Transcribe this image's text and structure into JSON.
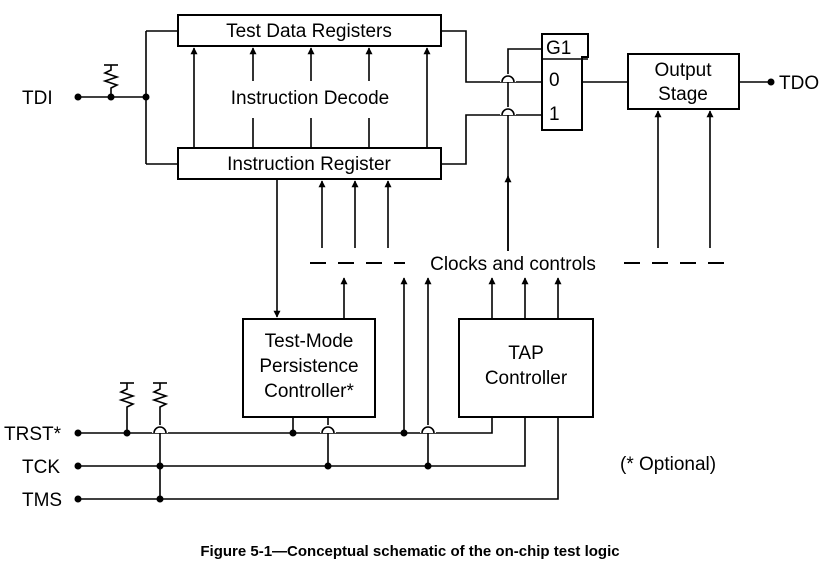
{
  "blocks": {
    "test_data_registers": "Test Data Registers",
    "instruction_decode": "Instruction Decode",
    "instruction_register": "Instruction Register",
    "mux_select": "G1",
    "mux_in0": "0",
    "mux_in1": "1",
    "output_stage_line1": "Output",
    "output_stage_line2": "Stage",
    "clocks_and_controls": "Clocks and controls",
    "tmp_line1": "Test-Mode",
    "tmp_line2": "Persistence",
    "tmp_line3": "Controller*",
    "tap_line1": "TAP",
    "tap_line2": "Controller"
  },
  "pins": {
    "tdi": "TDI",
    "tdo": "TDO",
    "trst": "TRST*",
    "tck": "TCK",
    "tms": "TMS"
  },
  "note": "(* Optional)",
  "caption": "Figure 5-1—Conceptual schematic of the on-chip test logic"
}
